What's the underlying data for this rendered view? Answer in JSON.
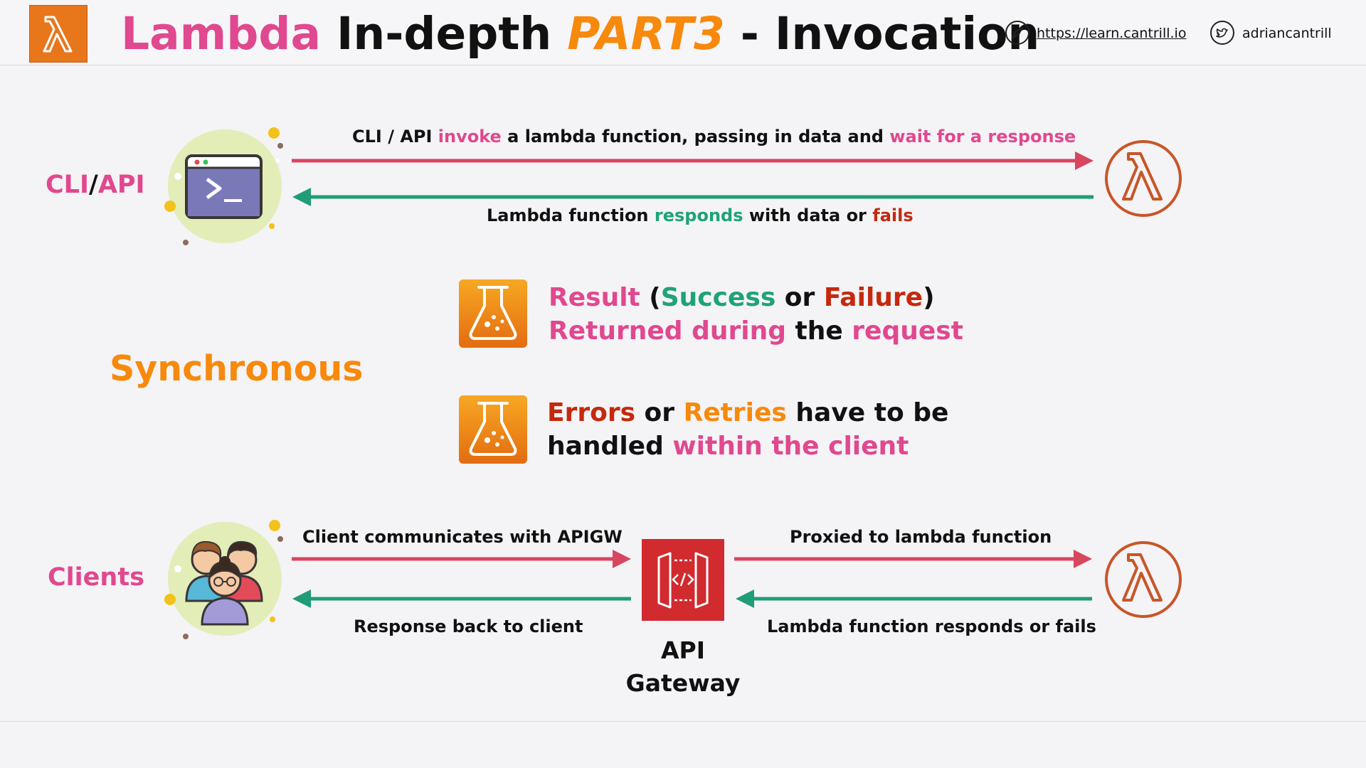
{
  "header": {
    "title_part1": "Lambda",
    "title_part2": "In-depth",
    "title_part3": "PART3",
    "title_part4": "- Invocation",
    "site_link": "https://learn.cantrill.io",
    "twitter_handle": "adriancantrill"
  },
  "top_row": {
    "side_label_cli": "CLI",
    "side_label_slash": "/",
    "side_label_api": "API",
    "request_text": {
      "p1": "CLI / API ",
      "p2": "invoke",
      "p3": " a lambda function, passing in data and ",
      "p4": "wait for a response"
    },
    "response_text": {
      "p1": "Lambda function ",
      "p2": "responds",
      "p3": " with data or ",
      "p4": "fails"
    }
  },
  "middle": {
    "synchronous_label": "Synchronous",
    "point1": {
      "l1_a": "Result",
      "l1_b": " (",
      "l1_c": "Success",
      "l1_d": " or ",
      "l1_e": "Failure",
      "l1_f": ")",
      "l2_a": "Returned during",
      "l2_b": " the ",
      "l2_c": "request"
    },
    "point2": {
      "l1_a": "Errors",
      "l1_b": " or ",
      "l1_c": "Retries",
      "l1_d": " have to be",
      "l2_a": "handled ",
      "l2_b": "within the client"
    }
  },
  "bottom_row": {
    "side_label": "Clients",
    "client_to_apigw": "Client communicates with APIGW",
    "apigw_to_client": "Response back to client",
    "apigw_to_lambda": "Proxied to lambda function",
    "lambda_to_apigw": "Lambda function responds or fails",
    "apigw_label_l1": "API",
    "apigw_label_l2": "Gateway"
  },
  "colors": {
    "pink": "#e0488f",
    "orange": "#f7890c",
    "green": "#1ea27a",
    "red": "#c4290e",
    "arrow_request": "#d8465f",
    "arrow_response": "#1f9c78",
    "lambda_outline": "#c75628",
    "apigw_fill": "#d12a2f"
  }
}
